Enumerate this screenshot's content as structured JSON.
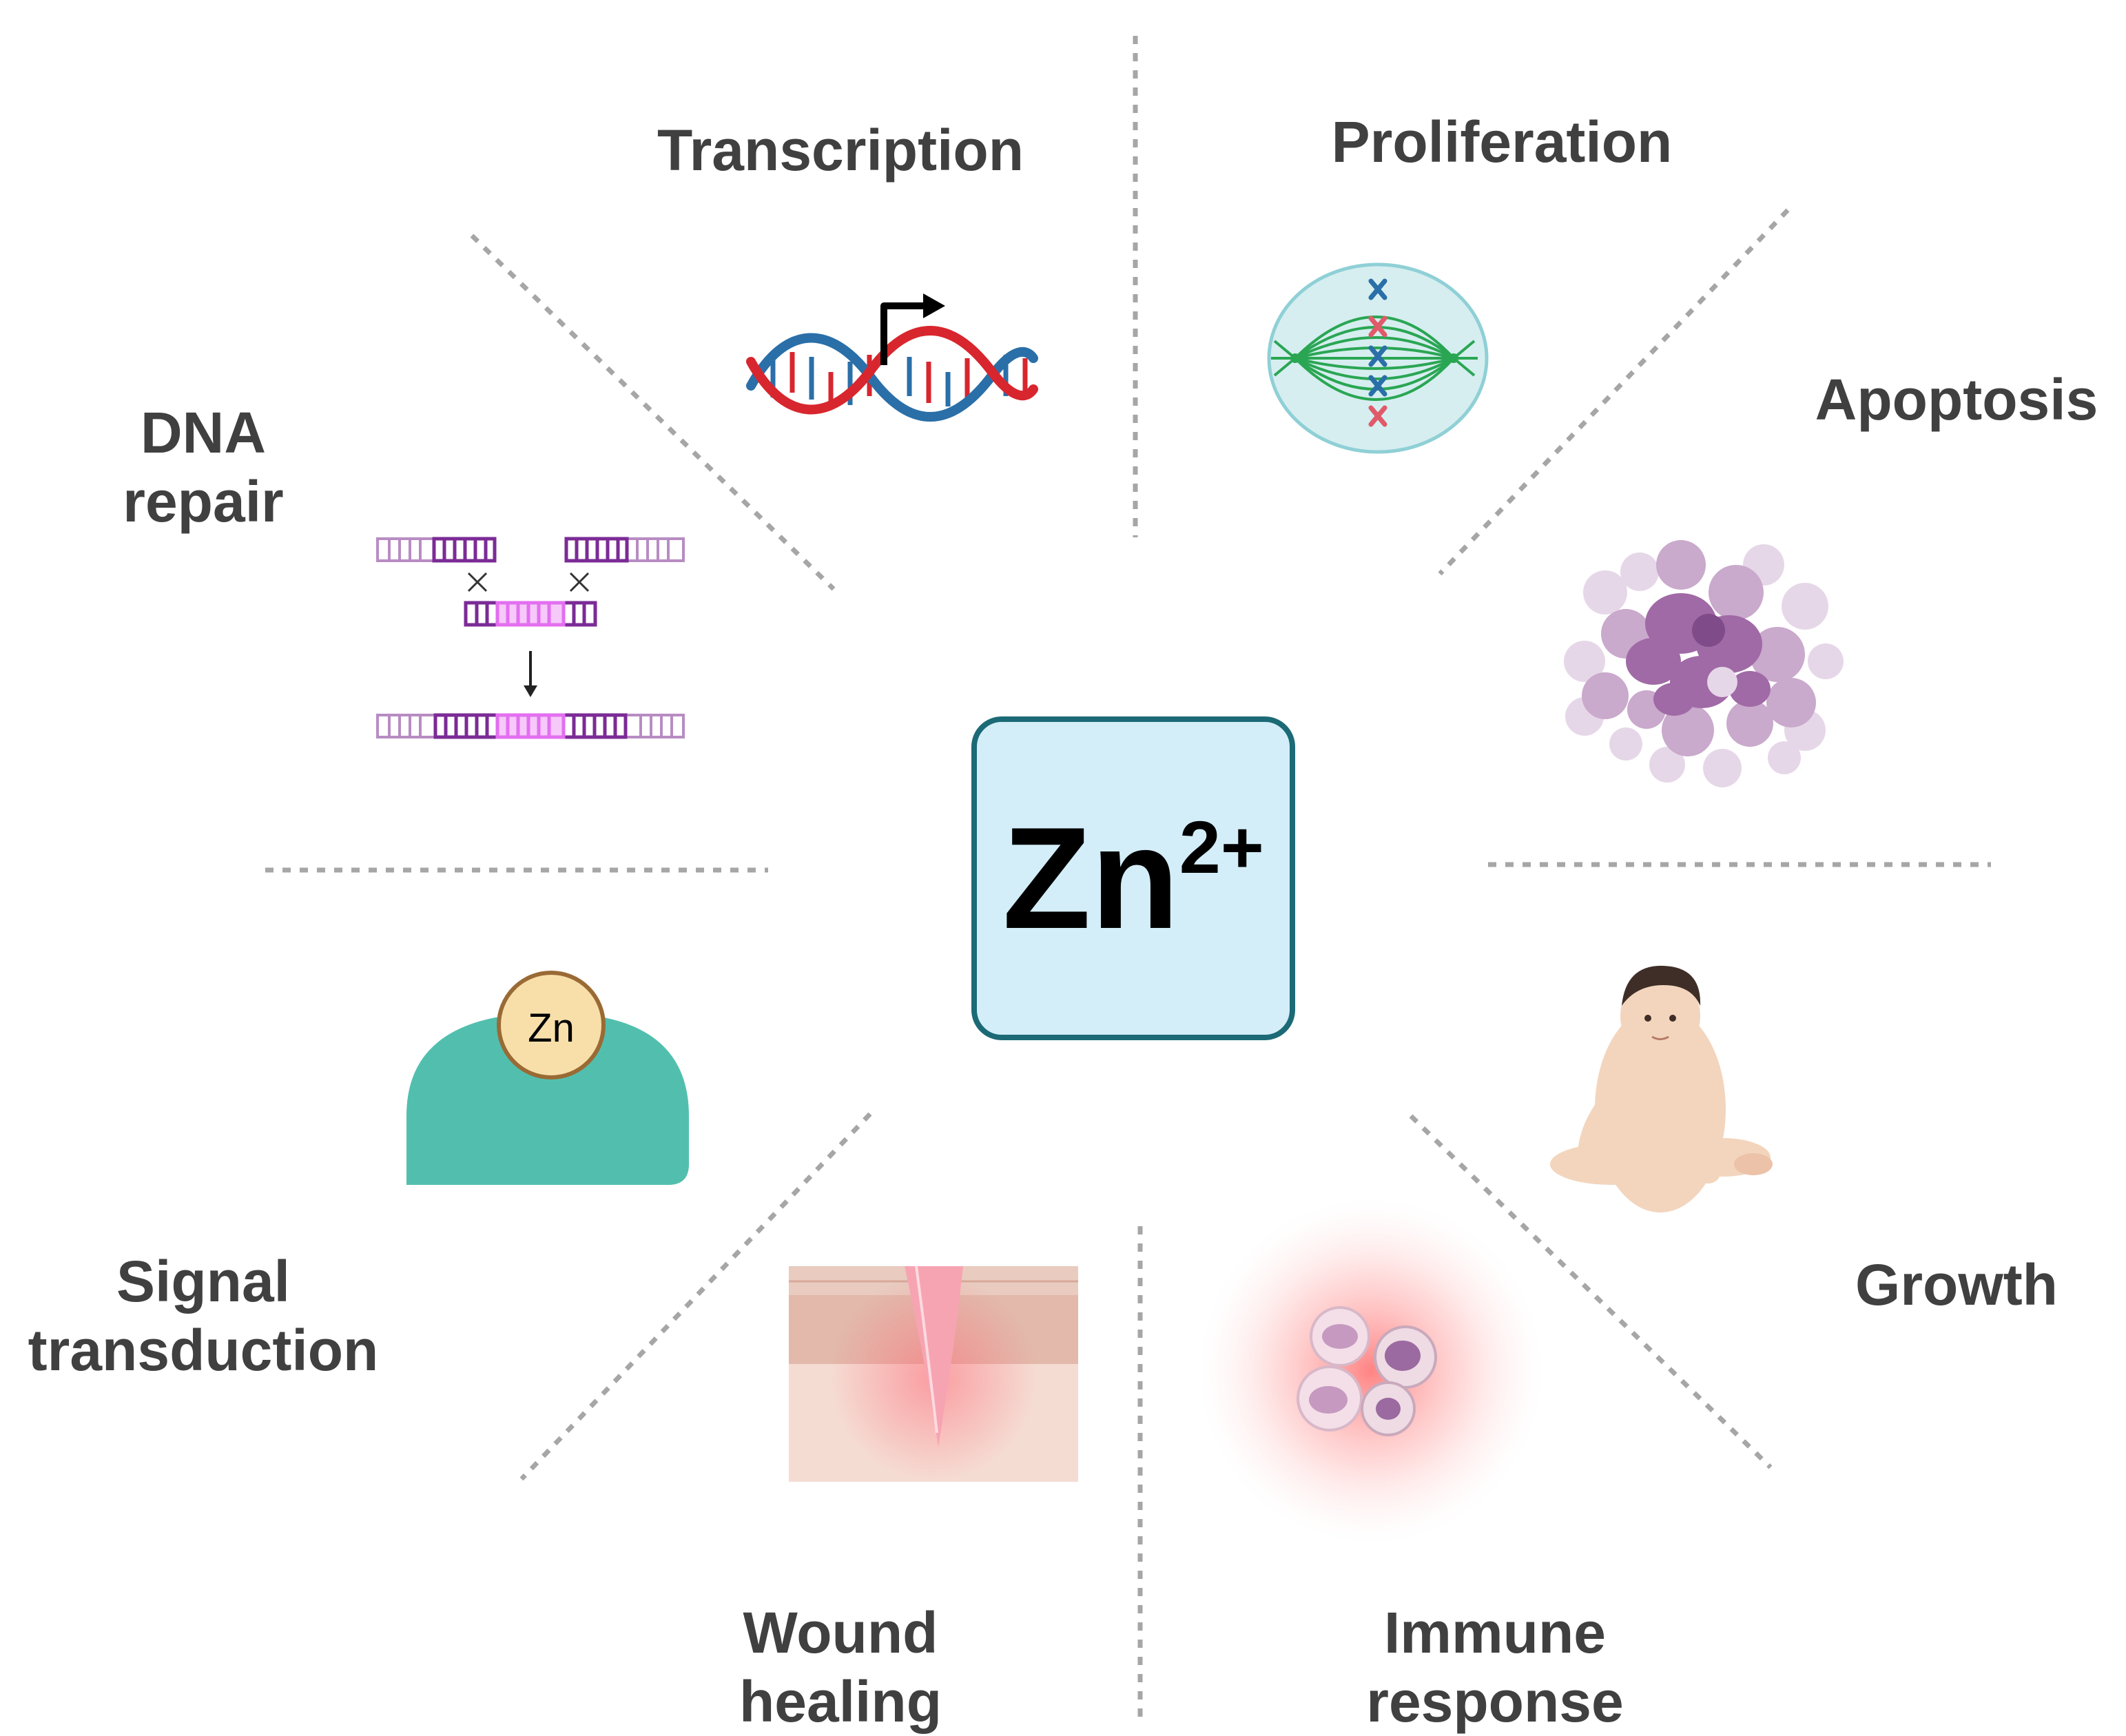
{
  "center": {
    "symbol": "Zn",
    "charge": "2+"
  },
  "labels": {
    "transcription": [
      "Transcription"
    ],
    "proliferation": [
      "Proliferation"
    ],
    "apoptosis": [
      "Apoptosis"
    ],
    "growth": [
      "Growth"
    ],
    "immune_response": [
      "Immune",
      "response"
    ],
    "wound_healing": [
      "Wound",
      "healing"
    ],
    "signal_transduction": [
      "Signal",
      "transduction"
    ],
    "dna_repair": [
      "DNA",
      "repair"
    ]
  },
  "icons": {
    "signal_enzyme_text": "Zn"
  },
  "colors": {
    "label": "#404040",
    "divider": "#a6a6a6",
    "box_fill": "#d3eef8",
    "box_border": "#1b6a76",
    "dna_red": "#d8262e",
    "dna_blue": "#2a6fa8",
    "spindle_green": "#2aa653",
    "cell_fill": "#d6eef0",
    "apoptosis_purple": "#a06aa6",
    "enzyme_teal": "#52bfae",
    "zinc_fill": "#f8dfaa",
    "dna_repair_purple": "#7b2b96",
    "dna_repair_pink": "#e36ff0"
  }
}
